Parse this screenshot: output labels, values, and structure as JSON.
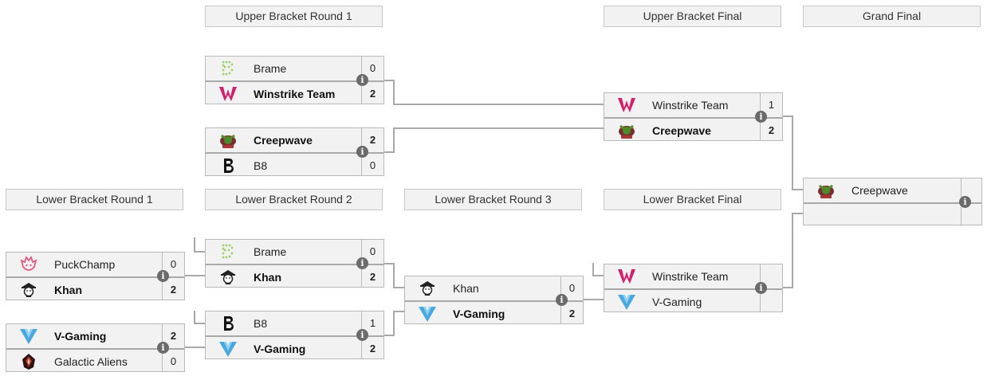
{
  "headers": {
    "ub_r1": "Upper Bracket Round 1",
    "ub_final": "Upper Bracket Final",
    "grand_final": "Grand Final",
    "lb_r1": "Lower Bracket Round 1",
    "lb_r2": "Lower Bracket Round 2",
    "lb_r3": "Lower Bracket Round 3",
    "lb_final": "Lower Bracket Final"
  },
  "info_glyph": "i",
  "colors": {
    "header_bg": "#f2f2f2",
    "match_bg": "#f2f2f2",
    "connector": "#a9a9a9",
    "winstrike": "#d2206b",
    "vgaming": "#4aa8e0",
    "puckchamp": "#e8577c",
    "brame": "#9bd06b"
  },
  "matches": {
    "ub1a": {
      "t1": {
        "name": "Brame",
        "score": "0",
        "logo": "brame-logo"
      },
      "t2": {
        "name": "Winstrike Team",
        "score": "2",
        "logo": "winstrike-logo"
      }
    },
    "ub1b": {
      "t1": {
        "name": "Creepwave",
        "score": "2",
        "logo": "creepwave-logo"
      },
      "t2": {
        "name": "B8",
        "score": "0",
        "logo": "b8-logo"
      }
    },
    "ubf": {
      "t1": {
        "name": "Winstrike Team",
        "score": "1",
        "logo": "winstrike-logo"
      },
      "t2": {
        "name": "Creepwave",
        "score": "2",
        "logo": "creepwave-logo"
      }
    },
    "gf": {
      "t1": {
        "name": "Creepwave",
        "score": "",
        "logo": "creepwave-logo"
      },
      "t2": {
        "name": "",
        "score": ""
      }
    },
    "lb1a": {
      "t1": {
        "name": "PuckChamp",
        "score": "0",
        "logo": "puckchamp-logo"
      },
      "t2": {
        "name": "Khan",
        "score": "2",
        "logo": "khan-logo"
      }
    },
    "lb1b": {
      "t1": {
        "name": "V-Gaming",
        "score": "2",
        "logo": "vgaming-logo"
      },
      "t2": {
        "name": "Galactic Aliens",
        "score": "0",
        "logo": "galactic-aliens-logo"
      }
    },
    "lb2a": {
      "t1": {
        "name": "Brame",
        "score": "0",
        "logo": "brame-logo"
      },
      "t2": {
        "name": "Khan",
        "score": "2",
        "logo": "khan-logo"
      }
    },
    "lb2b": {
      "t1": {
        "name": "B8",
        "score": "1",
        "logo": "b8-logo"
      },
      "t2": {
        "name": "V-Gaming",
        "score": "2",
        "logo": "vgaming-logo"
      }
    },
    "lb3": {
      "t1": {
        "name": "Khan",
        "score": "0",
        "logo": "khan-logo"
      },
      "t2": {
        "name": "V-Gaming",
        "score": "2",
        "logo": "vgaming-logo"
      }
    },
    "lbf": {
      "t1": {
        "name": "Winstrike Team",
        "score": "",
        "logo": "winstrike-logo"
      },
      "t2": {
        "name": "V-Gaming",
        "score": "",
        "logo": "vgaming-logo"
      }
    }
  }
}
